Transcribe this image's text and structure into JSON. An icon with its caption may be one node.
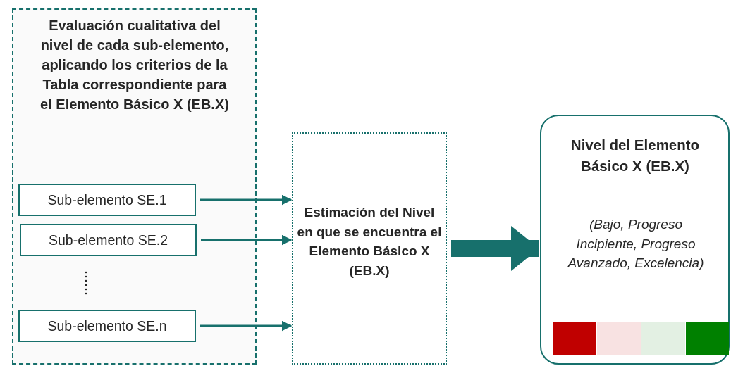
{
  "diagram": {
    "nodes": [
      {
        "text": [
          "Evaluación cualitativa del nivel de cada sub-elemento, aplicando los criterios de la Tabla correspondiente para el Elemento Básico X (EB.X)"
        ]
      },
      {
        "text": [
          "Sub-elemento SE.1"
        ],
        "in": 0
      },
      {
        "text": [
          "Sub-elemento SE.2"
        ],
        "in": 0
      },
      {
        "text": [
          "Sub-elemento SE.n"
        ],
        "in": 0
      },
      {
        "text": [
          "Estimación del Nivel en que se encuentra el Elemento Básico X (EB.X)"
        ]
      },
      {
        "text": [
          "Nivel del Elemento Básico X (EB.X)",
          "(Bajo, Progreso Incipiente, Progreso Avanzado, Excelencia)"
        ]
      }
    ],
    "edges": [
      {
        "from": 1,
        "to": 4,
        "arrow": "to"
      },
      {
        "from": 2,
        "to": 4,
        "arrow": "to"
      },
      {
        "from": 3,
        "to": 4,
        "arrow": "to"
      },
      {
        "from": 4,
        "to": 5,
        "arrow": "to",
        "style": "thick"
      }
    ]
  }
}
